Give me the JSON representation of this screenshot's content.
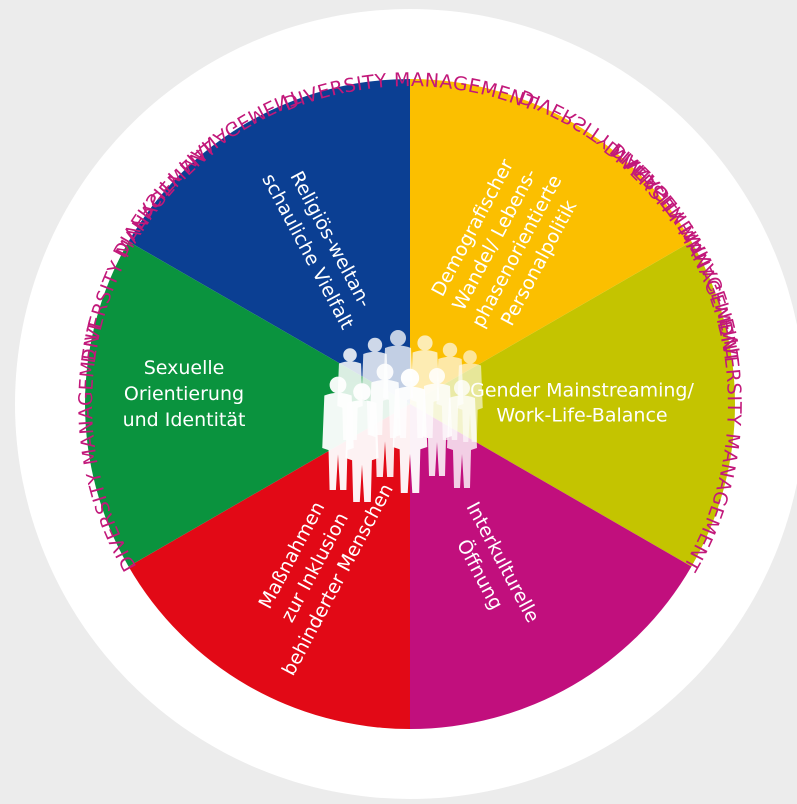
{
  "ring_label": "DIVERSITY MANAGEMENT",
  "ring_color": "#c2187a",
  "ring_background": "#ffffff",
  "page_background": "#ececec",
  "segments": [
    {
      "key": "religion",
      "color": "#0b3f93",
      "lines": [
        "Religiös-weltan-",
        "schauliche Vielfalt"
      ]
    },
    {
      "key": "demography",
      "color": "#fbbf00",
      "lines": [
        "Demografischer",
        "Wandel/ Lebens-",
        "phasenorientierte",
        "Personalpolitik"
      ]
    },
    {
      "key": "gender",
      "color": "#c4c400",
      "lines": [
        "Gender Mainstreaming/",
        "Work-Life-Balance"
      ]
    },
    {
      "key": "intercultural",
      "color": "#c10f7d",
      "lines": [
        "Interkulturelle",
        "Öffnung"
      ]
    },
    {
      "key": "inclusion",
      "color": "#e20916",
      "lines": [
        "Maßnahmen",
        "zur Inklusion",
        "behinderter Menschen"
      ]
    },
    {
      "key": "sexual",
      "color": "#0a933e",
      "lines": [
        "Sexuelle",
        "Orientierung",
        "und Identität"
      ]
    }
  ],
  "center_icon": "people-group-silhouette-icon"
}
